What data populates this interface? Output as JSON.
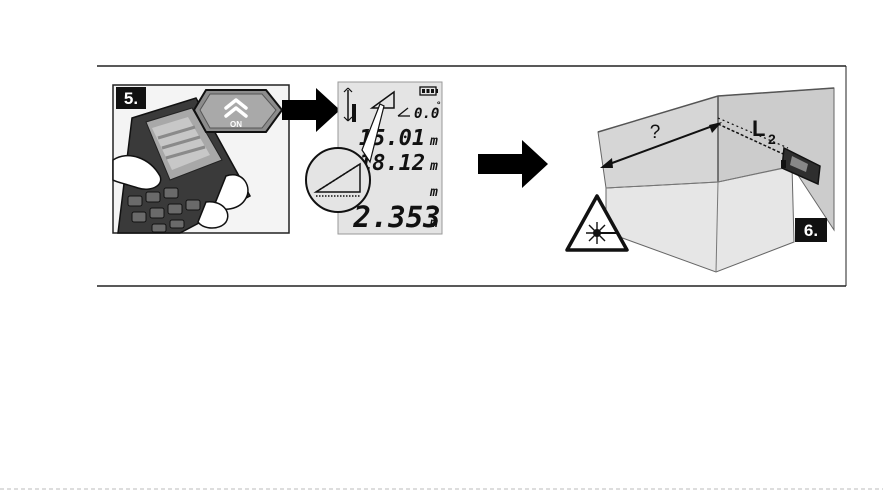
{
  "steps": {
    "left": "5.",
    "right": "6."
  },
  "on_button": {
    "label": "ON",
    "icon": "double-chevron-up-icon"
  },
  "display": {
    "angle_value": "0.0",
    "degree_symbol": "°",
    "value_1": "15.01",
    "value_2": "18.12",
    "result": "2.353",
    "unit": "m"
  },
  "room": {
    "question_mark": "?",
    "length_label": "L",
    "length_subscript": "2"
  },
  "colors": {
    "step_badge": "#111111",
    "lcd_background": "#e4e4e4",
    "room_wall": "#d6d6d6",
    "room_floor": "#e6e6e6",
    "button_gray": "#8c8c8c",
    "warning_yellow": "#ffffff"
  }
}
